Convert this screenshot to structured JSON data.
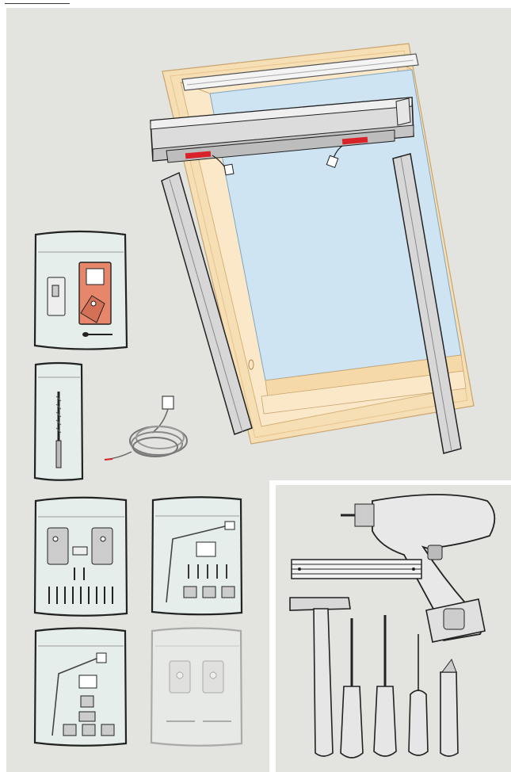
{
  "illustration": {
    "subject": "roller-blind-installation-contents",
    "colors": {
      "background": "#e3e3e0",
      "glass": "#cfe4f3",
      "frame_wood": "#f7dfb5",
      "frame_edge": "#e8c48c",
      "rail_metal": "#d7d7d7",
      "bag_fill": "#e6eeeb",
      "bracket_orange": "#e7866a",
      "red_tab": "#d9232a",
      "outline": "#222222",
      "tool_panel": "#e3e3e0"
    },
    "kit_parts": [
      {
        "id": "roller-blind-cassette",
        "icon": "cassette-icon"
      },
      {
        "id": "side-rails",
        "icon": "side-rail-icon"
      },
      {
        "id": "bracket-bag",
        "icon": "bracket-bag-icon"
      },
      {
        "id": "drill-bit-bag",
        "icon": "drill-bit-icon"
      },
      {
        "id": "cable-coil",
        "icon": "cable-icon"
      },
      {
        "id": "bracket-screw-bag",
        "icon": "bracket-screws-bag-icon"
      },
      {
        "id": "cable-clip-bag-1",
        "icon": "cable-clips-bag-icon"
      },
      {
        "id": "cable-clip-bag-2",
        "icon": "cable-clips-bag-icon"
      },
      {
        "id": "optional-bracket-bag",
        "icon": "optional-bag-icon"
      }
    ],
    "tools": [
      {
        "id": "cordless-drill",
        "icon": "drill-icon"
      },
      {
        "id": "folding-ruler",
        "icon": "ruler-icon"
      },
      {
        "id": "hammer",
        "icon": "hammer-icon"
      },
      {
        "id": "phillips-screwdriver",
        "icon": "screwdriver-phillips-icon"
      },
      {
        "id": "flat-screwdriver",
        "icon": "screwdriver-flat-icon"
      },
      {
        "id": "awl",
        "icon": "awl-icon"
      },
      {
        "id": "utility-knife",
        "icon": "knife-icon"
      }
    ]
  }
}
